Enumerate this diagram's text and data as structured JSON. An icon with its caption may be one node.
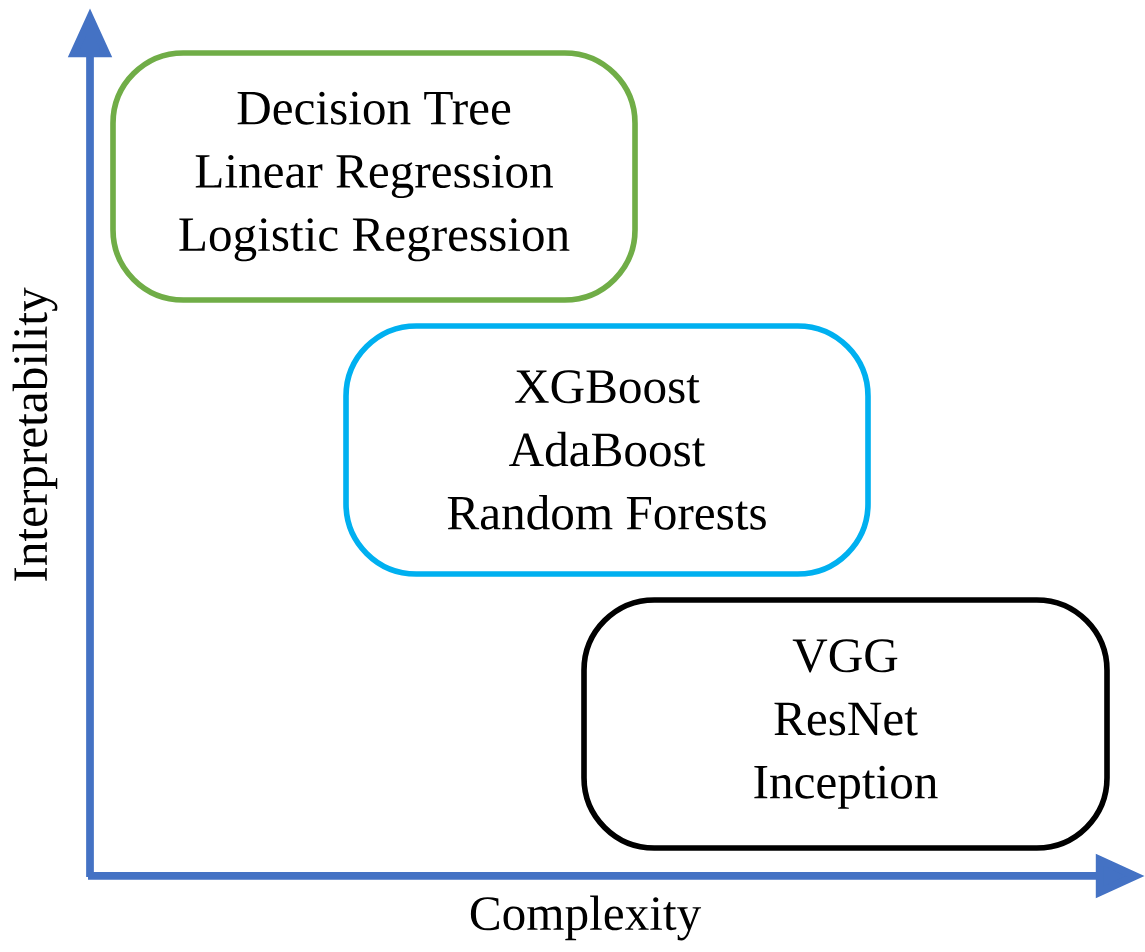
{
  "diagram": {
    "nodes": [
      {
        "text": [
          "Decision Tree",
          "Linear Regression",
          "Logistic Regression"
        ]
      },
      {
        "text": [
          "XGBoost",
          "AdaBoost",
          "Random Forests"
        ]
      },
      {
        "text": [
          "VGG",
          "ResNet",
          "Inception"
        ]
      }
    ],
    "labels": [
      "Interpretability",
      "Complexity"
    ]
  }
}
